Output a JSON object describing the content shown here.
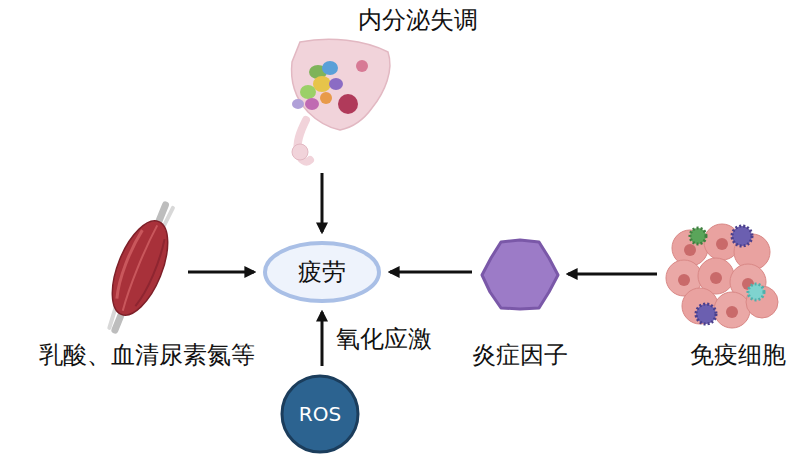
{
  "diagram": {
    "nodes": [
      {
        "text": [
          "内分泌失调"
        ]
      },
      {
        "text": [
          "乳酸、血清尿素氮等"
        ]
      },
      {
        "text": [
          "疲劳"
        ]
      },
      {
        "text": [
          "炎症因子"
        ]
      },
      {
        "text": [
          "免疫细胞"
        ]
      },
      {
        "text": [
          "ROS"
        ]
      }
    ],
    "edges": [
      {
        "from": 0,
        "to": 2,
        "arrow": "to"
      },
      {
        "from": 1,
        "to": 2,
        "arrow": "to"
      },
      {
        "from": 3,
        "to": 2,
        "arrow": "to"
      },
      {
        "from": 4,
        "to": 3,
        "arrow": "to"
      },
      {
        "from": 5,
        "to": 2,
        "label": "氧化应激",
        "arrow": "to"
      }
    ]
  }
}
